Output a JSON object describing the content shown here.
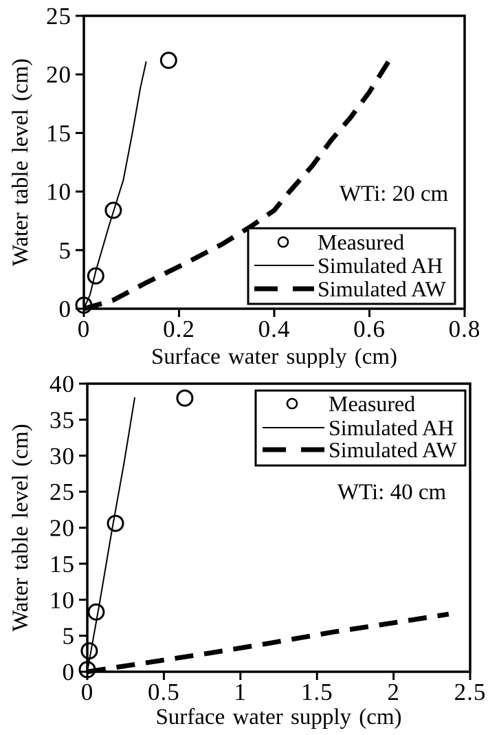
{
  "page": {
    "background": "#ffffff",
    "ink": "#000000",
    "description": "Two stacked scientific plots of water table level vs surface water supply"
  },
  "chart_data": [
    {
      "id": "wti-20-chart",
      "type": "line+scatter",
      "title": "",
      "annotation": "WTi: 20 cm",
      "xlabel": "Surface water supply (cm)",
      "ylabel": "Water table level (cm)",
      "xlim": [
        0,
        0.8
      ],
      "ylim": [
        0,
        25
      ],
      "xtick_values": [
        0,
        0.2,
        0.4,
        0.6,
        0.8
      ],
      "xtick_labels": [
        "0",
        "0.2",
        "0.4",
        "0.6",
        "0.8"
      ],
      "ytick_values": [
        0,
        5,
        10,
        15,
        20,
        25
      ],
      "ytick_labels": [
        "0",
        "5",
        "10",
        "15",
        "20",
        "25"
      ],
      "grid": false,
      "legend_position": "inside-bottom-right",
      "series": [
        {
          "name": "Measured",
          "type": "scatter",
          "marker": "open-circle",
          "marker_radius": 11,
          "stroke_width": 3,
          "points": [
            [
              0,
              0.3
            ],
            [
              0.025,
              2.8
            ],
            [
              0.062,
              8.4
            ],
            [
              0.178,
              21.2
            ]
          ]
        },
        {
          "name": "Simulated AH",
          "type": "line",
          "line_style": "solid",
          "stroke_width": 2,
          "points": [
            [
              0,
              0
            ],
            [
              0.013,
              1.2
            ],
            [
              0.025,
              3.2
            ],
            [
              0.053,
              7.1
            ],
            [
              0.083,
              11.0
            ],
            [
              0.102,
              15.0
            ],
            [
              0.119,
              18.9
            ],
            [
              0.131,
              21.1
            ]
          ]
        },
        {
          "name": "Simulated AW",
          "type": "line",
          "line_style": "dashed",
          "stroke_width": 7,
          "dash": [
            27,
            16
          ],
          "points": [
            [
              0,
              0
            ],
            [
              0.06,
              0.7
            ],
            [
              0.13,
              2.2
            ],
            [
              0.21,
              3.8
            ],
            [
              0.29,
              5.5
            ],
            [
              0.35,
              7.0
            ],
            [
              0.4,
              8.4
            ],
            [
              0.43,
              9.9
            ],
            [
              0.48,
              12.2
            ],
            [
              0.52,
              14.4
            ],
            [
              0.56,
              16.3
            ],
            [
              0.6,
              18.5
            ],
            [
              0.64,
              21.1
            ]
          ]
        }
      ]
    },
    {
      "id": "wti-40-chart",
      "type": "line+scatter",
      "title": "",
      "annotation": "WTi: 40 cm",
      "xlabel": "Surface water supply (cm)",
      "ylabel": "Water table level (cm)",
      "xlim": [
        0,
        2.5
      ],
      "ylim": [
        0,
        40
      ],
      "xtick_values": [
        0,
        0.5,
        1,
        1.5,
        2,
        2.5
      ],
      "xtick_labels": [
        "0",
        "0.5",
        "1",
        "1.5",
        "2",
        "2.5"
      ],
      "ytick_values": [
        0,
        5,
        10,
        15,
        20,
        25,
        30,
        35,
        40
      ],
      "ytick_labels": [
        "0",
        "5",
        "10",
        "15",
        "20",
        "25",
        "30",
        "35",
        "40"
      ],
      "grid": false,
      "legend_position": "inside-top-right",
      "series": [
        {
          "name": "Measured",
          "type": "scatter",
          "marker": "open-circle",
          "marker_radius": 11,
          "stroke_width": 3,
          "points": [
            [
              0,
              0.3
            ],
            [
              0.013,
              2.9
            ],
            [
              0.058,
              8.3
            ],
            [
              0.184,
              20.6
            ],
            [
              0.637,
              38.0
            ]
          ]
        },
        {
          "name": "Simulated AH",
          "type": "line",
          "line_style": "solid",
          "stroke_width": 2,
          "points": [
            [
              0,
              0
            ],
            [
              0.08,
              9.5
            ],
            [
              0.16,
              19.5
            ],
            [
              0.24,
              29.0
            ],
            [
              0.31,
              38.1
            ]
          ]
        },
        {
          "name": "Simulated AW",
          "type": "line",
          "line_style": "dashed",
          "stroke_width": 7,
          "dash": [
            27,
            16
          ],
          "points": [
            [
              0,
              0
            ],
            [
              0.4,
              1.3
            ],
            [
              0.8,
              2.6
            ],
            [
              1.2,
              4.0
            ],
            [
              1.6,
              5.5
            ],
            [
              2.0,
              6.8
            ],
            [
              2.36,
              8.0
            ]
          ]
        }
      ]
    }
  ]
}
